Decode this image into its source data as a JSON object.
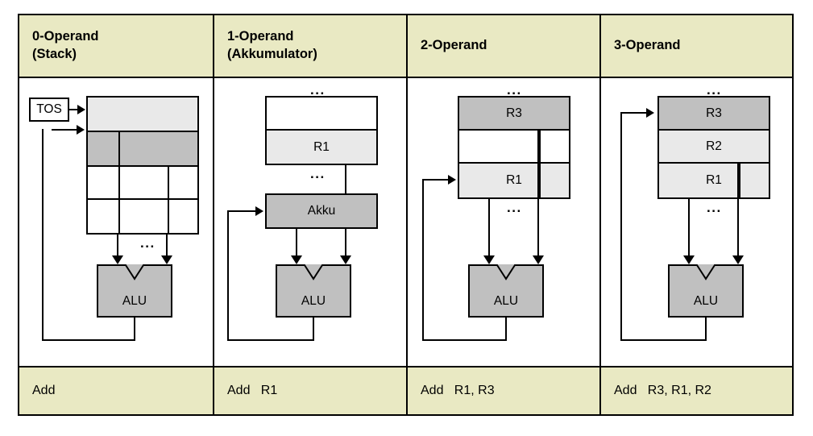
{
  "diagram": {
    "title_columns": [
      {
        "line1": "0-Operand",
        "line2": "(Stack)"
      },
      {
        "line1": "1-Operand",
        "line2": "(Akkumulator)"
      },
      {
        "line1": "2-Operand",
        "line2": ""
      },
      {
        "line1": "3-Operand",
        "line2": ""
      }
    ],
    "footers": [
      "Add",
      "Add   R1",
      "Add   R1, R3",
      "Add   R3, R1, R2"
    ],
    "alu_label": "ALU",
    "tos_label": "TOS",
    "ellipsis": "...",
    "columns": [
      {
        "name": "stack",
        "cells": [
          "",
          "",
          "",
          ""
        ],
        "shades": [
          "light",
          "dark",
          "white",
          "white"
        ],
        "accumulator": null
      },
      {
        "name": "accumulator",
        "cells": [
          "",
          "R1"
        ],
        "shades": [
          "white",
          "light"
        ],
        "accumulator": "Akku"
      },
      {
        "name": "two-operand",
        "cells": [
          "R3",
          "",
          "R1"
        ],
        "shades": [
          "dark",
          "white",
          "light"
        ],
        "accumulator": null
      },
      {
        "name": "three-operand",
        "cells": [
          "R3",
          "R2",
          "R1"
        ],
        "shades": [
          "dark",
          "light",
          "light"
        ],
        "accumulator": null
      }
    ],
    "colors": {
      "header_bg": "#e9e9c3",
      "footer_bg": "#e9e9c3",
      "light_gray": "#e9e9e9",
      "dark_gray": "#c0c0c0",
      "line": "#000000",
      "page_bg": "#ffffff"
    }
  }
}
